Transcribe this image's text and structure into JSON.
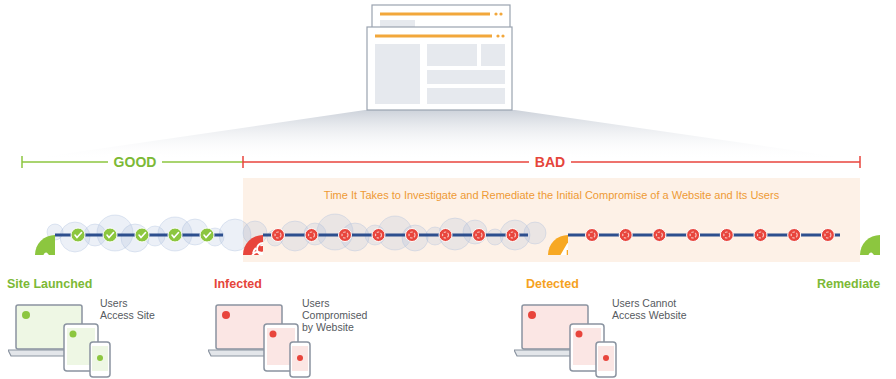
{
  "diagram": {
    "nodes": [
      {
        "text": [
          "Time It Takes to Investigate and Remediate the Initial Compromise of a Website and Its Users"
        ]
      },
      {
        "text": [
          "Site Launched"
        ]
      },
      {
        "text": [
          "Infected"
        ]
      },
      {
        "text": [
          "Detected"
        ]
      },
      {
        "text": [
          "Remediate"
        ]
      }
    ],
    "edges": [
      {
        "from": 1,
        "to": 2,
        "arrow": "none"
      },
      {
        "from": 2,
        "to": 3,
        "arrow": "none"
      },
      {
        "from": 3,
        "to": 4,
        "arrow": "none"
      }
    ],
    "labels": [
      "GOOD",
      "BAD",
      "Users Access Site",
      "Users Compromised by Website",
      "Users Cannot Access Website"
    ]
  }
}
